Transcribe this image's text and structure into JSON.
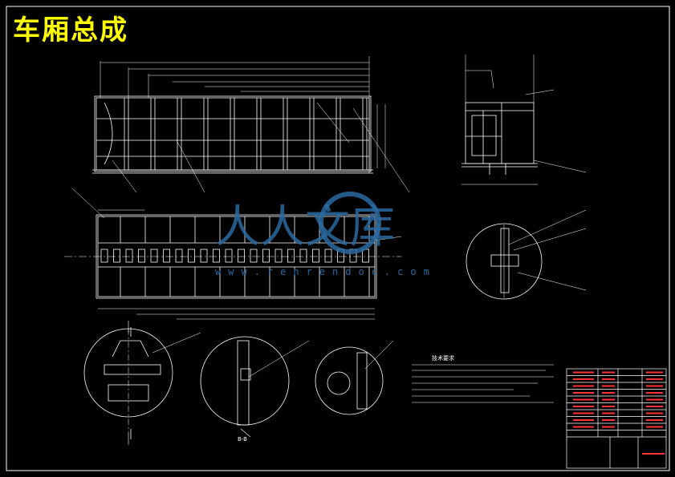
{
  "drawing": {
    "title": "车厢总成",
    "watermark_text": "人人文库",
    "watermark_url": "www.renrendoc.com",
    "section_label": "B-B",
    "notes_title": "技术要求",
    "colors": {
      "background": "#000000",
      "outline": "#ffffff",
      "title": "#ffff00",
      "dimension": "#ffffff",
      "title_block_text": "#ff3333",
      "watermark": "#2a6aa0"
    }
  }
}
